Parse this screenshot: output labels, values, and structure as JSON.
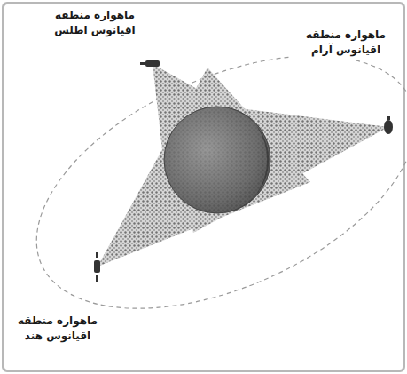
{
  "diagram": {
    "labels": [
      "ماهواره منطقه اقیانوس اطلس",
      "ماهواره منطقه اقیانوس آرام",
      "ماهواره منطقه اقیانوس هند"
    ]
  }
}
